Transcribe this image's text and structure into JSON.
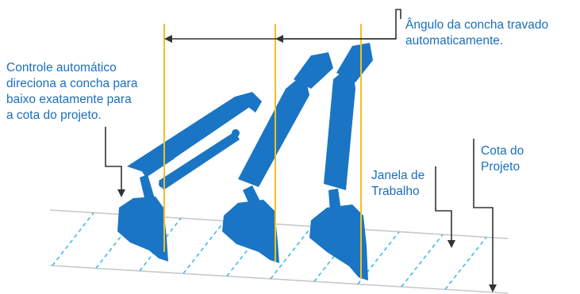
{
  "colors": {
    "excavator": "#1a75c4",
    "excavator_dark": "#0f5b9e",
    "plumb_line": "#f3bf1e",
    "text": "#1a6fbd",
    "ground_line": "#c8c8c8",
    "hatch": "#3fbcea",
    "arrow": "#333333"
  },
  "labels": {
    "bucket_angle": [
      "Ângulo da concha travado",
      "automaticamente."
    ],
    "auto_control": [
      "Controle automático",
      "direciona a concha para",
      "baixo exatamente para",
      "a cota do projeto."
    ],
    "work_window": [
      "Janela de",
      "Trabalho"
    ],
    "design_grade": [
      "Cota do",
      "Projeto"
    ]
  }
}
